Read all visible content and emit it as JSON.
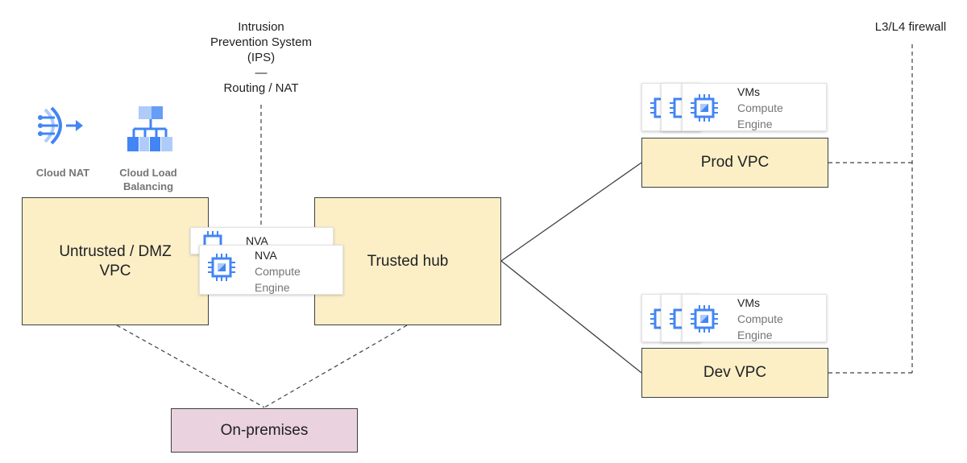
{
  "labels": {
    "ips_line1": "Intrusion",
    "ips_line2": "Prevention System",
    "ips_line3": "(IPS)",
    "ips_dash": "—",
    "ips_line4": "Routing / NAT",
    "firewall": "L3/L4 firewall"
  },
  "services": {
    "cloud_nat": {
      "label": "Cloud NAT",
      "icon": "cloud-nat-icon"
    },
    "load_balancing": {
      "label_line1": "Cloud Load",
      "label_line2": "Balancing",
      "icon": "load-balancing-icon"
    }
  },
  "boxes": {
    "untrusted_line1": "Untrusted / DMZ",
    "untrusted_line2": "VPC",
    "trusted_hub": "Trusted hub",
    "prod_vpc": "Prod VPC",
    "dev_vpc": "Dev VPC",
    "on_premises": "On-premises"
  },
  "cards": {
    "nva_back": {
      "title": "NVA"
    },
    "nva_front": {
      "title": "NVA",
      "line2": "Compute",
      "line3": "Engine",
      "icon": "compute-engine-icon"
    },
    "prod_vms": {
      "title": "VMs",
      "line2": "Compute",
      "line3": "Engine",
      "icon": "compute-engine-icon"
    },
    "dev_vms": {
      "title": "VMs",
      "line2": "Compute",
      "line3": "Engine",
      "icon": "compute-engine-icon"
    }
  },
  "colors": {
    "vpc_fill": "#fcefc6",
    "onprem_fill": "#ead2de",
    "icon_blue": "#4285f4",
    "icon_light_blue": "#aecbfa",
    "connector": "#3c4043"
  }
}
